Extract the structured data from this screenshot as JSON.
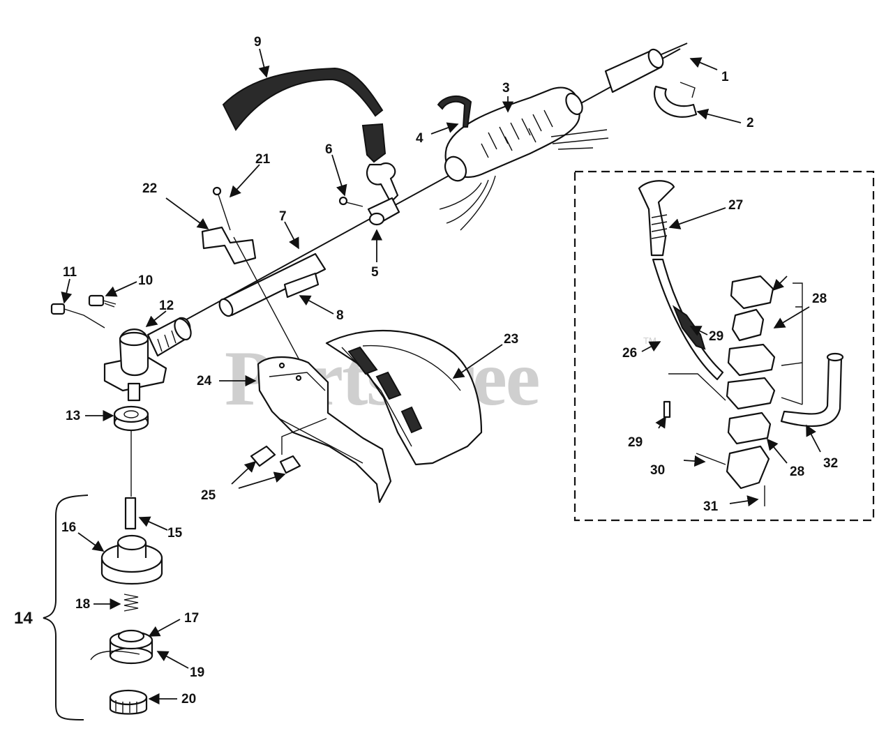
{
  "watermark": {
    "text": "PartsTree",
    "mark": "TM"
  },
  "callouts": {
    "c1": "1",
    "c2": "2",
    "c3": "3",
    "c4": "4",
    "c5": "5",
    "c6": "6",
    "c7": "7",
    "c8": "8",
    "c9": "9",
    "c10": "10",
    "c11": "11",
    "c12": "12",
    "c13": "13",
    "c14": "14",
    "c15": "15",
    "c16": "16",
    "c17": "17",
    "c18": "18",
    "c19": "19",
    "c20": "20",
    "c21": "21",
    "c22": "22",
    "c23": "23",
    "c24": "24",
    "c25": "25",
    "c26": "26",
    "c27": "27",
    "c28a": "28",
    "c28b": "28",
    "c29a": "29",
    "c29b": "29",
    "c30": "30",
    "c31": "31",
    "c32": "32"
  },
  "colors": {
    "ink": "#111111",
    "watermark": "#cfcfcf",
    "background": "#ffffff"
  }
}
